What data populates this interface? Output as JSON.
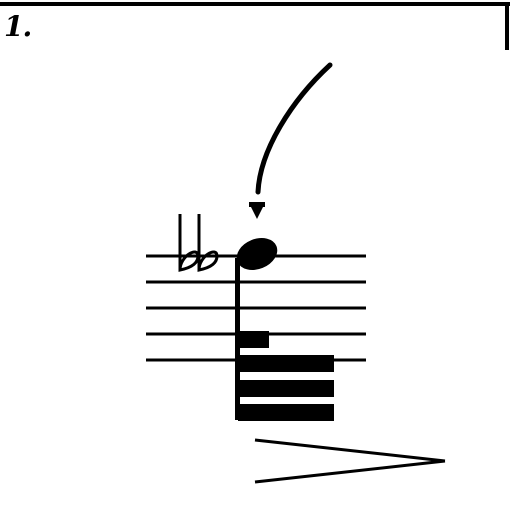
{
  "volta": {
    "label": "1."
  },
  "notation": {
    "clef": null,
    "accidentals": [
      "flat",
      "flat"
    ],
    "note": {
      "type": "32nd-note-with-tremolo",
      "articulation": "staccatissimo",
      "tie_or_slur": true
    },
    "dynamics": "decrescendo-hairpin"
  },
  "colors": {
    "ink": "#000000",
    "background": "#ffffff"
  }
}
